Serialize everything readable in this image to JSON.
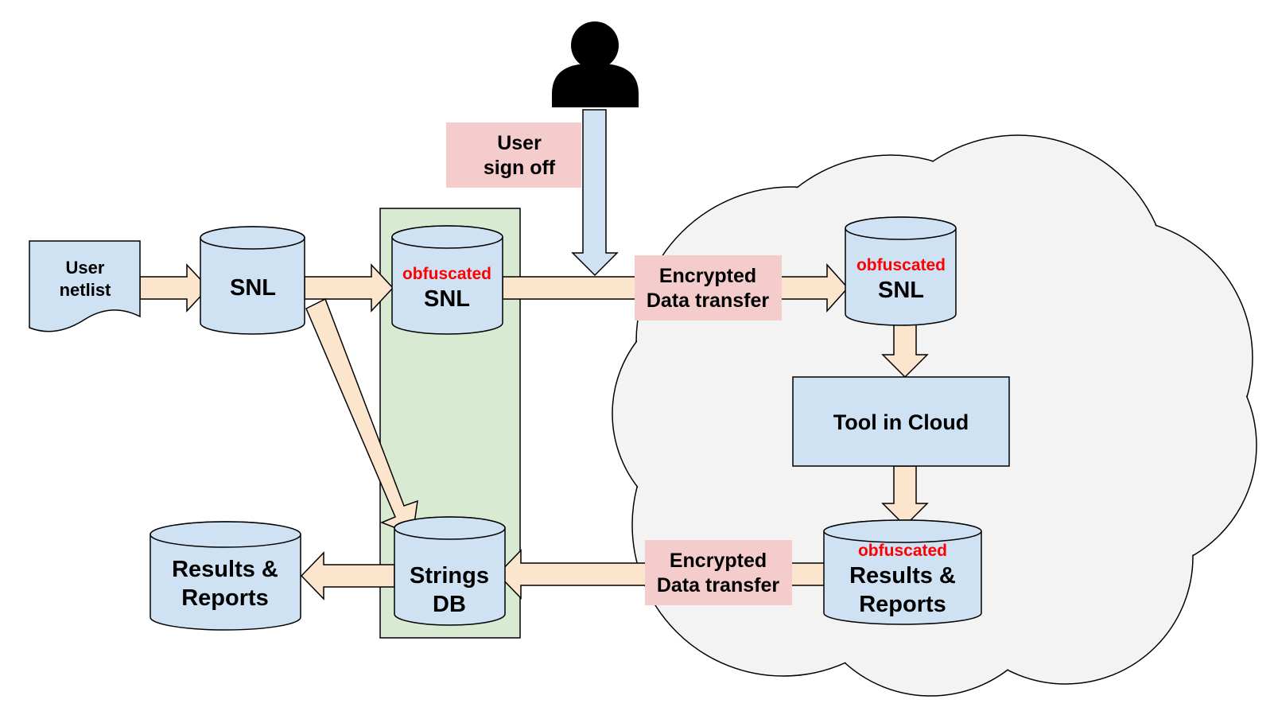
{
  "colors": {
    "cylinder_fill": "#cfe2f3",
    "arrow_fill": "#fce5cd",
    "pink_label": "#f4cccc",
    "green_panel": "#d9ead3",
    "cloud_fill": "#f3f3f3",
    "user_arrow_fill": "#cfe2f3",
    "accent_red": "#ff0000",
    "stroke": "#000000"
  },
  "icons": {
    "person": "person-icon"
  },
  "nodes": {
    "user_netlist": {
      "line1": "User",
      "line2": "netlist"
    },
    "snl_local": {
      "label": "SNL"
    },
    "snl_obfuscated_local": {
      "tag": "obfuscated",
      "label": "SNL"
    },
    "strings_db": {
      "line1": "Strings",
      "line2": "DB"
    },
    "results_local": {
      "line1": "Results &",
      "line2": "Reports"
    },
    "snl_cloud": {
      "tag": "obfuscated",
      "label": "SNL"
    },
    "tool_in_cloud": {
      "label": "Tool in Cloud"
    },
    "results_cloud": {
      "tag": "obfuscated",
      "line1": "Results &",
      "line2": "Reports"
    }
  },
  "labels": {
    "user_sign_off": {
      "line1": "User",
      "line2": "sign off"
    },
    "encrypted_top": {
      "line1": "Encrypted",
      "line2": "Data transfer"
    },
    "encrypted_bottom": {
      "line1": "Encrypted",
      "line2": "Data transfer"
    }
  }
}
